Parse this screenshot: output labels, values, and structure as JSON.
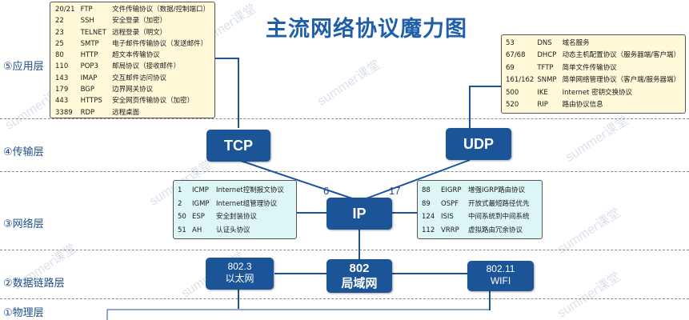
{
  "title": "主流网络协议魔力图",
  "layers": [
    {
      "label": "⑤应用层"
    },
    {
      "label": "④传输层"
    },
    {
      "label": "③网络层"
    },
    {
      "label": "②数据链路层"
    },
    {
      "label": "①物理层"
    }
  ],
  "nodes": {
    "tcp": "TCP",
    "udp": "UDP",
    "ip": "IP",
    "eth_num": "802.3",
    "eth_name": "以太网",
    "lan_num": "802",
    "lan_name": "局域网",
    "wifi_num": "802.11",
    "wifi_name": "WIFI"
  },
  "protocol_numbers": {
    "tcp": "6",
    "udp": "17"
  },
  "tcp_ports": [
    {
      "port": "20/21",
      "name": "FTP",
      "desc": "文件传输协议（数据/控制端口）"
    },
    {
      "port": "22",
      "name": "SSH",
      "desc": "安全登录（加密）"
    },
    {
      "port": "23",
      "name": "TELNET",
      "desc": "远程登录（明文）"
    },
    {
      "port": "25",
      "name": "SMTP",
      "desc": "电子邮件传输协议（发送邮件）"
    },
    {
      "port": "80",
      "name": "HTTP",
      "desc": "超文本传输协议"
    },
    {
      "port": "110",
      "name": "POP3",
      "desc": "邮局协议（接收邮件）"
    },
    {
      "port": "143",
      "name": "IMAP",
      "desc": "交互邮件访问协议"
    },
    {
      "port": "179",
      "name": "BGP",
      "desc": "边界网关协议"
    },
    {
      "port": "443",
      "name": "HTTPS",
      "desc": "安全网页传输协议（加密）"
    },
    {
      "port": "3389",
      "name": "RDP",
      "desc": "远程桌面"
    }
  ],
  "udp_ports": [
    {
      "port": "53",
      "name": "DNS",
      "desc": "域名服务"
    },
    {
      "port": "67/68",
      "name": "DHCP",
      "desc": "动态主机配置协议（服务器端/客户端）"
    },
    {
      "port": "69",
      "name": "TFTP",
      "desc": "简单文件传输协议"
    },
    {
      "port": "161/162",
      "name": "SNMP",
      "desc": "简单网络管理协议（客户端/服务器端）"
    },
    {
      "port": "500",
      "name": "IKE",
      "desc": "Internet 密钥交换协议"
    },
    {
      "port": "520",
      "name": "RIP",
      "desc": "路由协议信息"
    }
  ],
  "ip_left": [
    {
      "num": "1",
      "name": "ICMP",
      "desc": "Internet控制报文协议"
    },
    {
      "num": "2",
      "name": "IGMP",
      "desc": "Internet组管理协议"
    },
    {
      "num": "50",
      "name": "ESP",
      "desc": "安全封装协议"
    },
    {
      "num": "51",
      "name": "AH",
      "desc": "认证头协议"
    }
  ],
  "ip_right": [
    {
      "num": "88",
      "name": "EIGRP",
      "desc": "增强IGRP路由协议"
    },
    {
      "num": "89",
      "name": "OSPF",
      "desc": "开放式最短路径优先"
    },
    {
      "num": "124",
      "name": "ISIS",
      "desc": "中间系统到中间系统"
    },
    {
      "num": "112",
      "name": "VRRP",
      "desc": "虚拟路由冗余协议"
    }
  ],
  "watermark": "summer课堂",
  "colors": {
    "node": "#1b5598",
    "title": "#1f5ea8",
    "yellow_box": "#fff9d9",
    "cyan_box": "#dcf6f6"
  }
}
